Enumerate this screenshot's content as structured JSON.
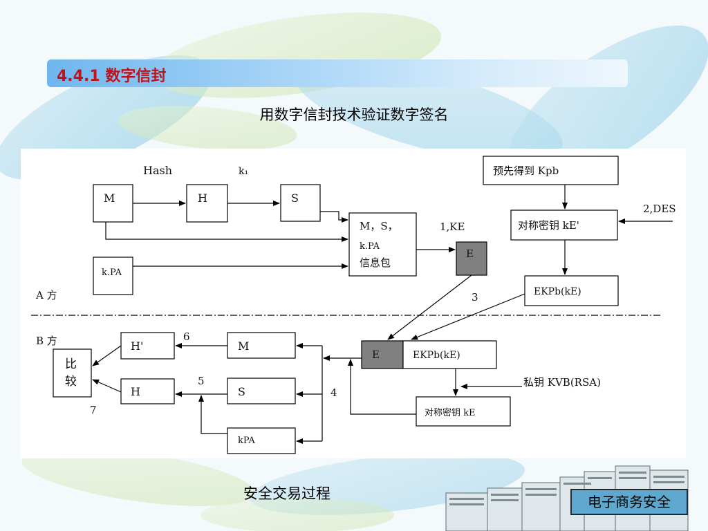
{
  "header": {
    "section_number": "4.4.1",
    "section_title": "数字信封"
  },
  "subtitle": "用数字信封技术验证数字签名",
  "caption": "安全交易过程",
  "badge": "电子商务安全",
  "diagram": {
    "party_a": "A 方",
    "party_b": "B 方",
    "hash_label": "Hash",
    "k1_label": "k₁",
    "a_M": "M",
    "a_H": "H",
    "a_S": "S",
    "a_kPA": "k.PA",
    "package_line1": "M，S，",
    "package_line2": "k.PA",
    "package_line3": "信息包",
    "step1_label": "1,KE",
    "E_box": "E",
    "pre_kpb": "预先得到 Kpb",
    "des_label": "2,DES",
    "sym_key_top": "对称密钥 kE'",
    "e_kpb_top": "EKPb(kE)",
    "step3": "3",
    "b_E_box": "E",
    "b_e_kpb": "EKPb(kE)",
    "private_key": "私钥 KVB(RSA)",
    "sym_key_bottom": "对称密钥 kE",
    "step4": "4",
    "b_M": "M",
    "b_S": "S",
    "b_kPA": "kPA",
    "b_Hprime": "H'",
    "b_H": "H",
    "step5": "5",
    "step6": "6",
    "step7": "7",
    "compare_1": "比",
    "compare_2": "较"
  },
  "colors": {
    "title_red": "#c0121a",
    "dark_box": "#808080",
    "badge_bg": "#5ea8cf"
  }
}
